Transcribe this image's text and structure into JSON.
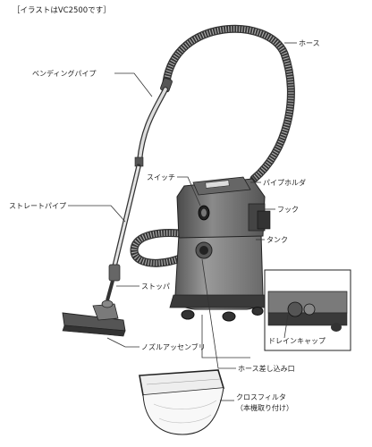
{
  "caption": "［イラストはVC2500です］",
  "labels": {
    "hose": "ホース",
    "bending_pipe": "ベンディングパイプ",
    "switch": "スイッチ",
    "pipe_holder": "パイプホルダ",
    "straight_pipe": "ストレートパイプ",
    "hook": "フック",
    "tank": "タンク",
    "stopper": "ストッパ",
    "drain_cap": "ドレインキャップ",
    "nozzle_assembly": "ノズルアッセンブリ",
    "hose_inlet": "ホース差し込み口",
    "cloth_filter": "クロスフィルタ",
    "cloth_filter_note": "（本機取り付け）"
  }
}
